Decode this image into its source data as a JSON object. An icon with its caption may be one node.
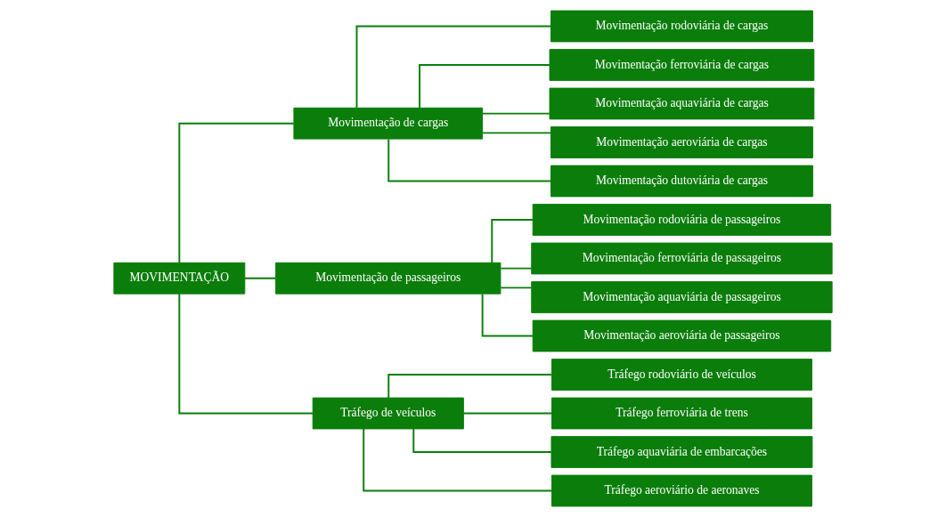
{
  "diagram": {
    "nodes": [
      {
        "text": [
          "MOVIMENTAÇÃO"
        ]
      },
      {
        "text": [
          "Movimentação de cargas"
        ]
      },
      {
        "text": [
          "Movimentação de passageiros"
        ]
      },
      {
        "text": [
          "Tráfego de veículos"
        ]
      },
      {
        "text": [
          "Movimentação rodoviária de cargas"
        ]
      },
      {
        "text": [
          "Movimentação ferroviária de cargas"
        ]
      },
      {
        "text": [
          "Movimentação aquaviária de cargas"
        ]
      },
      {
        "text": [
          "Movimentação aeroviária de cargas"
        ]
      },
      {
        "text": [
          "Movimentação dutoviária de cargas"
        ]
      },
      {
        "text": [
          "Movimentação rodoviária de passageiros"
        ]
      },
      {
        "text": [
          "Movimentação ferroviária de passageiros"
        ]
      },
      {
        "text": [
          "Movimentação aquaviária de passageiros"
        ]
      },
      {
        "text": [
          "Movimentação aeroviária de passageiros"
        ]
      },
      {
        "text": [
          "Tráfego rodoviário de veículos"
        ]
      },
      {
        "text": [
          "Tráfego ferroviária de trens"
        ]
      },
      {
        "text": [
          "Tráfego aquaviária de embarcações"
        ]
      },
      {
        "text": [
          "Tráfego aeroviário de aeronaves"
        ]
      }
    ],
    "edges": [
      {
        "from": 0,
        "to": 1,
        "arrow": "none"
      },
      {
        "from": 0,
        "to": 2,
        "arrow": "none"
      },
      {
        "from": 0,
        "to": 3,
        "arrow": "none"
      },
      {
        "from": 1,
        "to": 4,
        "arrow": "none"
      },
      {
        "from": 1,
        "to": 5,
        "arrow": "none"
      },
      {
        "from": 1,
        "to": 6,
        "arrow": "none"
      },
      {
        "from": 1,
        "to": 7,
        "arrow": "none"
      },
      {
        "from": 1,
        "to": 8,
        "arrow": "none"
      },
      {
        "from": 2,
        "to": 9,
        "arrow": "none"
      },
      {
        "from": 2,
        "to": 10,
        "arrow": "none"
      },
      {
        "from": 2,
        "to": 11,
        "arrow": "none"
      },
      {
        "from": 2,
        "to": 12,
        "arrow": "none"
      },
      {
        "from": 3,
        "to": 13,
        "arrow": "none"
      },
      {
        "from": 3,
        "to": 14,
        "arrow": "none"
      },
      {
        "from": 3,
        "to": 15,
        "arrow": "none"
      },
      {
        "from": 3,
        "to": 16,
        "arrow": "none"
      }
    ]
  }
}
